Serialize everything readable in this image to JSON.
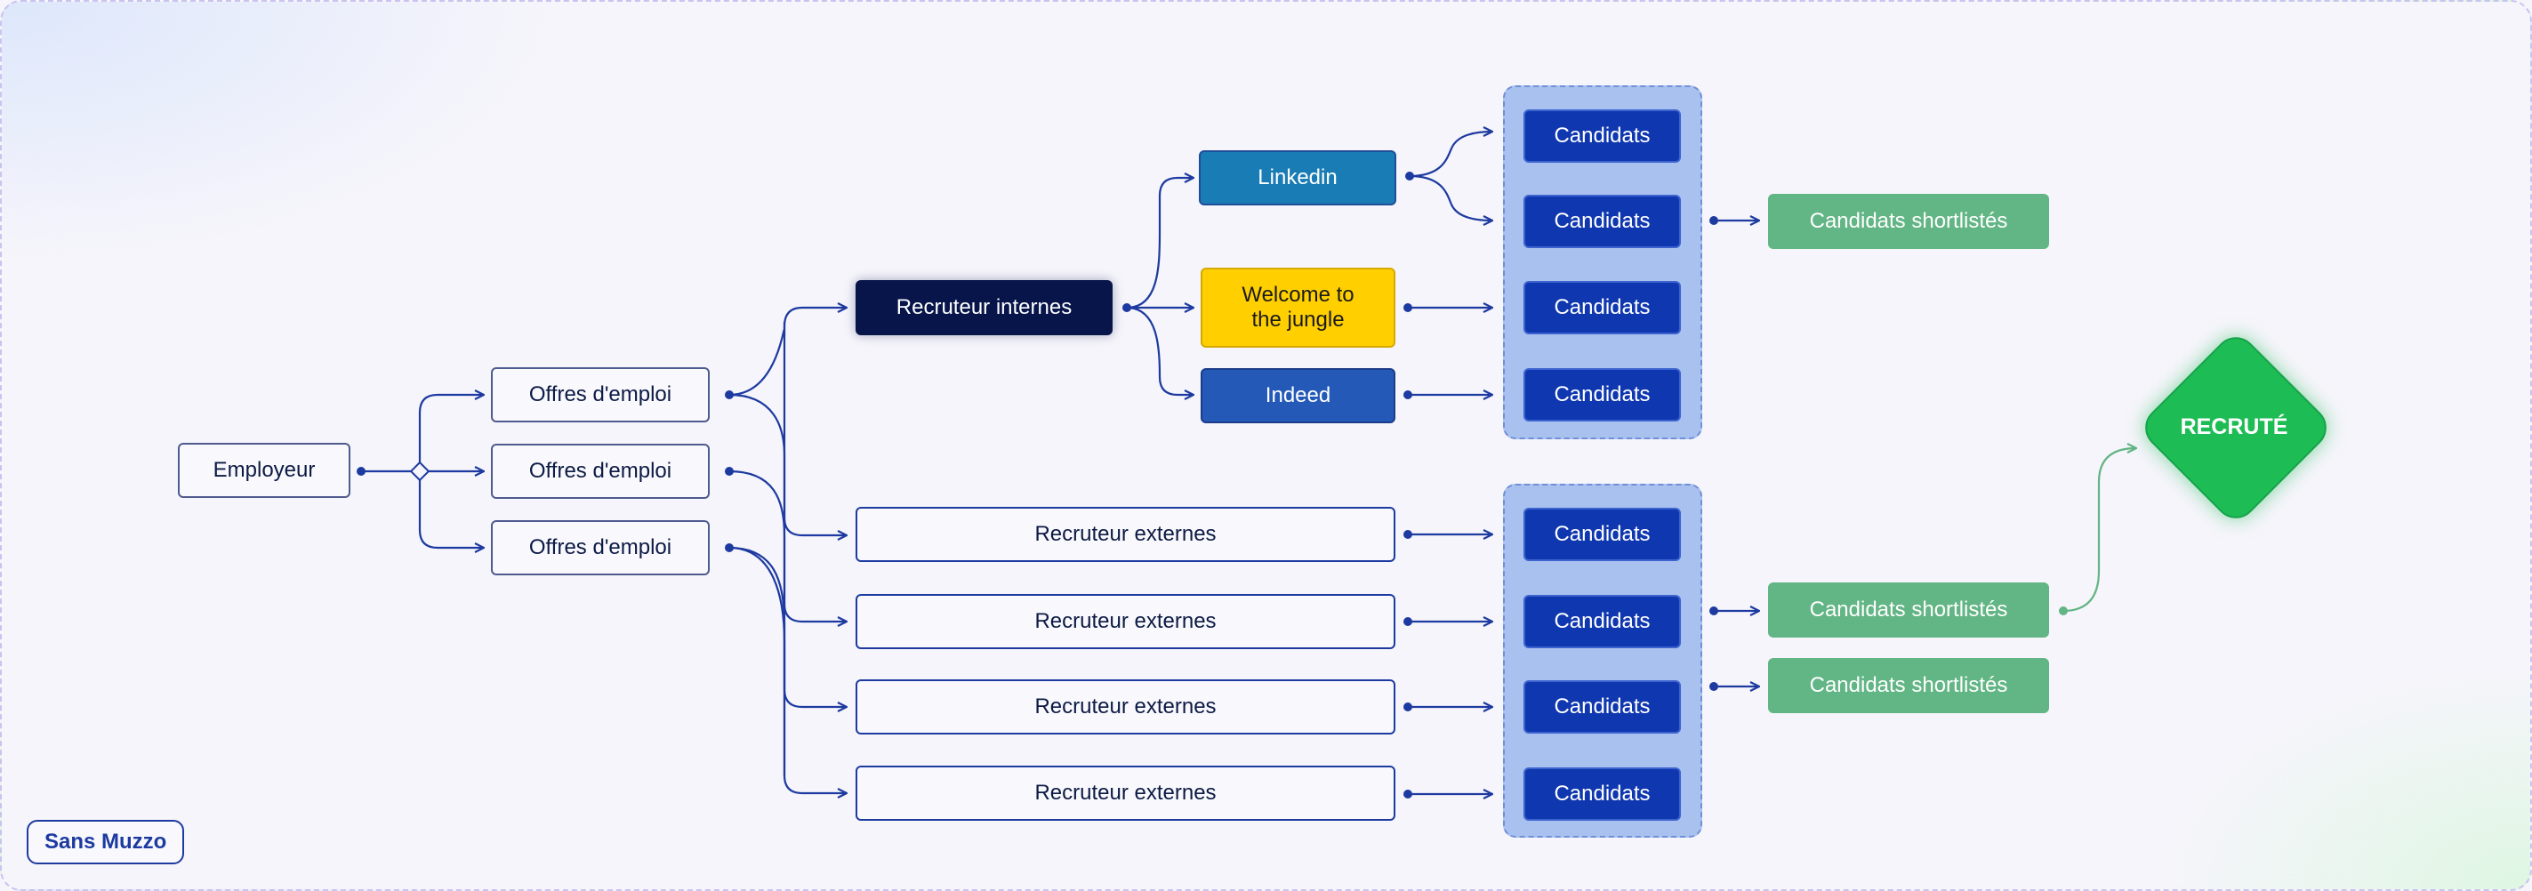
{
  "employer": "Employeur",
  "offers": [
    "Offres d'emploi",
    "Offres d'emploi",
    "Offres d'emploi"
  ],
  "internal": {
    "recruiter": "Recruteur internes",
    "platforms": [
      "Linkedin",
      "Welcome to the jungle",
      "Indeed"
    ]
  },
  "external_recruiters": [
    "Recruteur externes",
    "Recruteur externes",
    "Recruteur externes",
    "Recruteur externes"
  ],
  "candidates_internal": [
    "Candidats",
    "Candidats",
    "Candidats",
    "Candidats"
  ],
  "candidates_external": [
    "Candidats",
    "Candidats",
    "Candidats",
    "Candidats"
  ],
  "shortlisted": [
    "Candidats shortlistés",
    "Candidats shortlistés",
    "Candidats shortlistés"
  ],
  "hired": "RECRUTÉ",
  "brand": "Sans Muzzo",
  "colors": {
    "wire": "#1d3aa0",
    "candidate": "#0f37b0",
    "shortlisted": "#62b584",
    "hired": "#1ebc55"
  }
}
